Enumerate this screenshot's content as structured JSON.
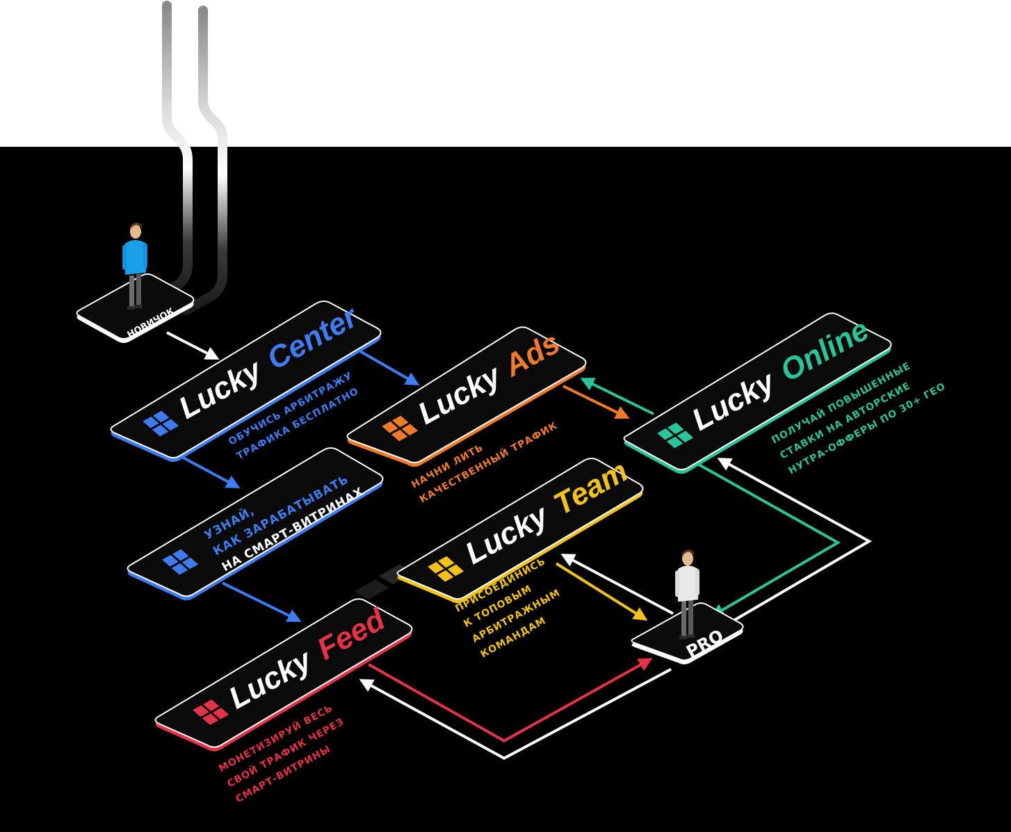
{
  "colors": {
    "bg": "#000000",
    "white": "#ffffff",
    "center": "#3f7cf0",
    "ads": "#f07a2c",
    "online": "#2bc39a",
    "team": "#f2c11b",
    "feed": "#e43349"
  },
  "nodes": {
    "novice": {
      "label": "НОВИЧОК"
    },
    "pro": {
      "label": "PRO"
    }
  },
  "cards": {
    "center": {
      "brand": "Lucky",
      "product": "Center"
    },
    "ads": {
      "brand": "Lucky",
      "product": "Ads"
    },
    "online": {
      "brand": "Lucky",
      "product": "Online"
    },
    "team": {
      "brand": "Lucky",
      "product": "Team"
    },
    "feed": {
      "brand": "Lucky",
      "product": "Feed"
    },
    "smart": {
      "line1": "УЗНАЙ,",
      "line2": "КАК ЗАРАБАТЫВАТЬ",
      "line3": "НА СМАРТ-ВИТРИНАХ"
    }
  },
  "descriptions": {
    "center": [
      "ОБУЧИСЬ АРБИТРАЖУ",
      "ТРАФИКА БЕСПЛАТНО"
    ],
    "ads": [
      "НАЧНИ ЛИТЬ",
      "КАЧЕСТВЕННЫЙ ТРАФИК"
    ],
    "online": [
      "ПОЛУЧАЙ ПОВЫШЕННЫЕ",
      "СТАВКИ НА АВТОРСКИЕ",
      "НУТРА-ОФФЕРЫ ПО 30+ ГЕО"
    ],
    "team": [
      "ПРИСОЕДИНИСЬ",
      "К ТОПОВЫМ",
      "АРБИТРАЖНЫМ",
      "КОМАНДАМ"
    ],
    "feed": [
      "МОНЕТИЗИРУЙ ВЕСЬ",
      "СВОЙ ТРАФИК ЧЕРЕЗ",
      "СМАРТ-ВИТРИНЫ"
    ]
  },
  "icons": {
    "person": "person-figure-icon",
    "logo": "four-tile-logo-icon",
    "arrow": "arrow-icon"
  }
}
